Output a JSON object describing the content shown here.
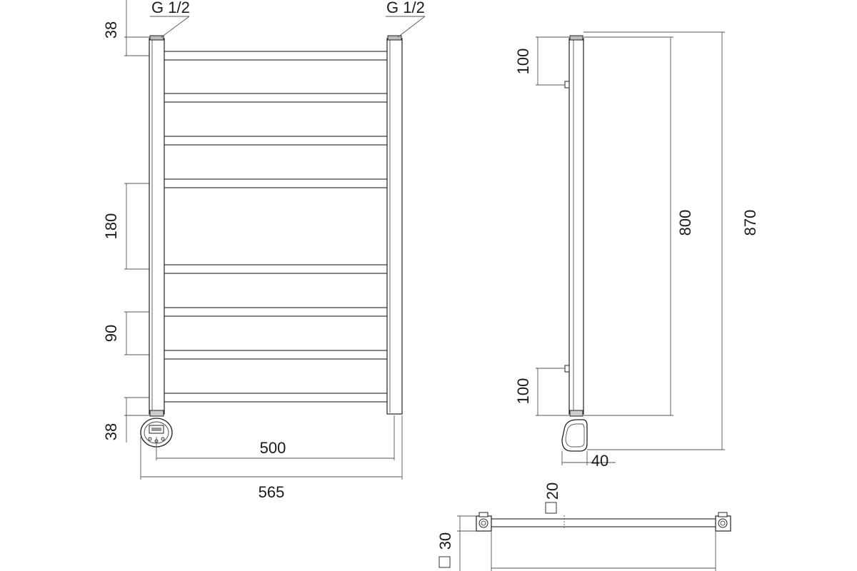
{
  "labels": {
    "thread_left": "G 1/2",
    "thread_right": "G 1/2",
    "top_offset": "38",
    "bottom_offset": "38",
    "bar_gap_large": "180",
    "bar_gap_small": "90",
    "axis_spacing": "500",
    "overall_width": "565",
    "side_top": "100",
    "side_bottom": "100",
    "body_height": "800",
    "overall_height": "870",
    "depth": "40",
    "square_tube": "20",
    "square_post": "30"
  }
}
